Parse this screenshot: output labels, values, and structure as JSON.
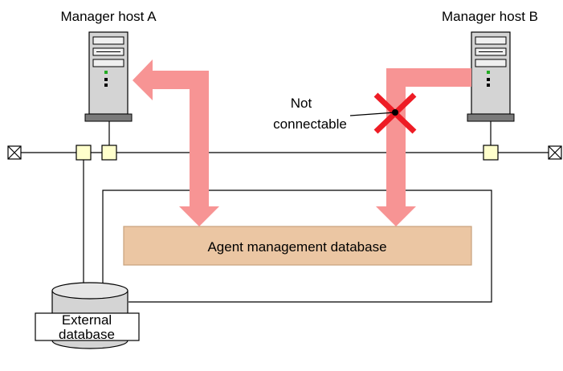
{
  "labels": {
    "host_a": "Manager host A",
    "host_b": "Manager host B",
    "not_connectable_line1": "Not",
    "not_connectable_line2": "connectable",
    "agent_db": "Agent management database",
    "external_db_line1": "External",
    "external_db_line2": "database"
  },
  "colors": {
    "arrow": "#f79494",
    "cross": "#ee1c25",
    "agent_db_fill": "#ebc6a3",
    "agent_db_stroke": "#c9a27c",
    "port_fill": "#ffffcc",
    "server_gray": "#c8c8c8"
  },
  "icons": {
    "server": "server-tower-icon",
    "terminator": "network-terminator-icon",
    "cylinder": "database-cylinder-icon",
    "cross": "x-mark-icon"
  }
}
